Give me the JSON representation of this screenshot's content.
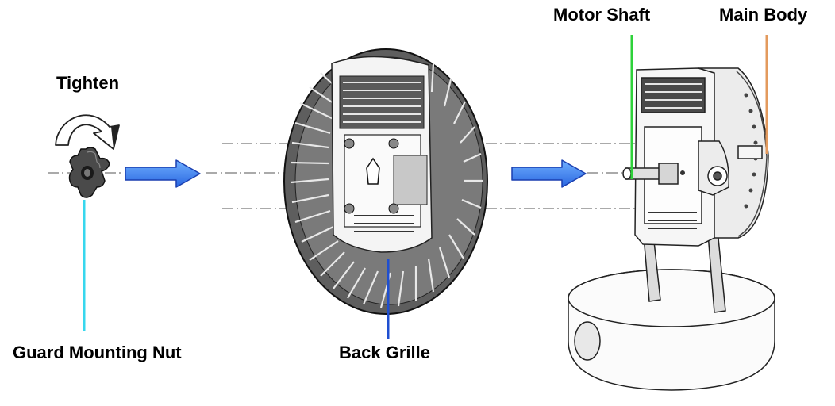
{
  "labels": {
    "tighten": "Tighten",
    "guard_nut": "Guard Mounting Nut",
    "back_grille": "Back Grille",
    "motor_shaft": "Motor Shaft",
    "main_body": "Main Body"
  },
  "colors": {
    "guard_nut_leader": "#37d7ee",
    "back_grille_leader": "#1f4fd0",
    "motor_shaft_leader": "#2ed23a",
    "main_body_leader": "#e39a5d",
    "assembly_arrow_fill": "#3f86f0",
    "assembly_arrow_stroke": "#1a3fb0",
    "line_art": "#222222"
  },
  "icons": {
    "rotation": "curved-arrow-icon",
    "direction": "right-arrow-icon"
  }
}
